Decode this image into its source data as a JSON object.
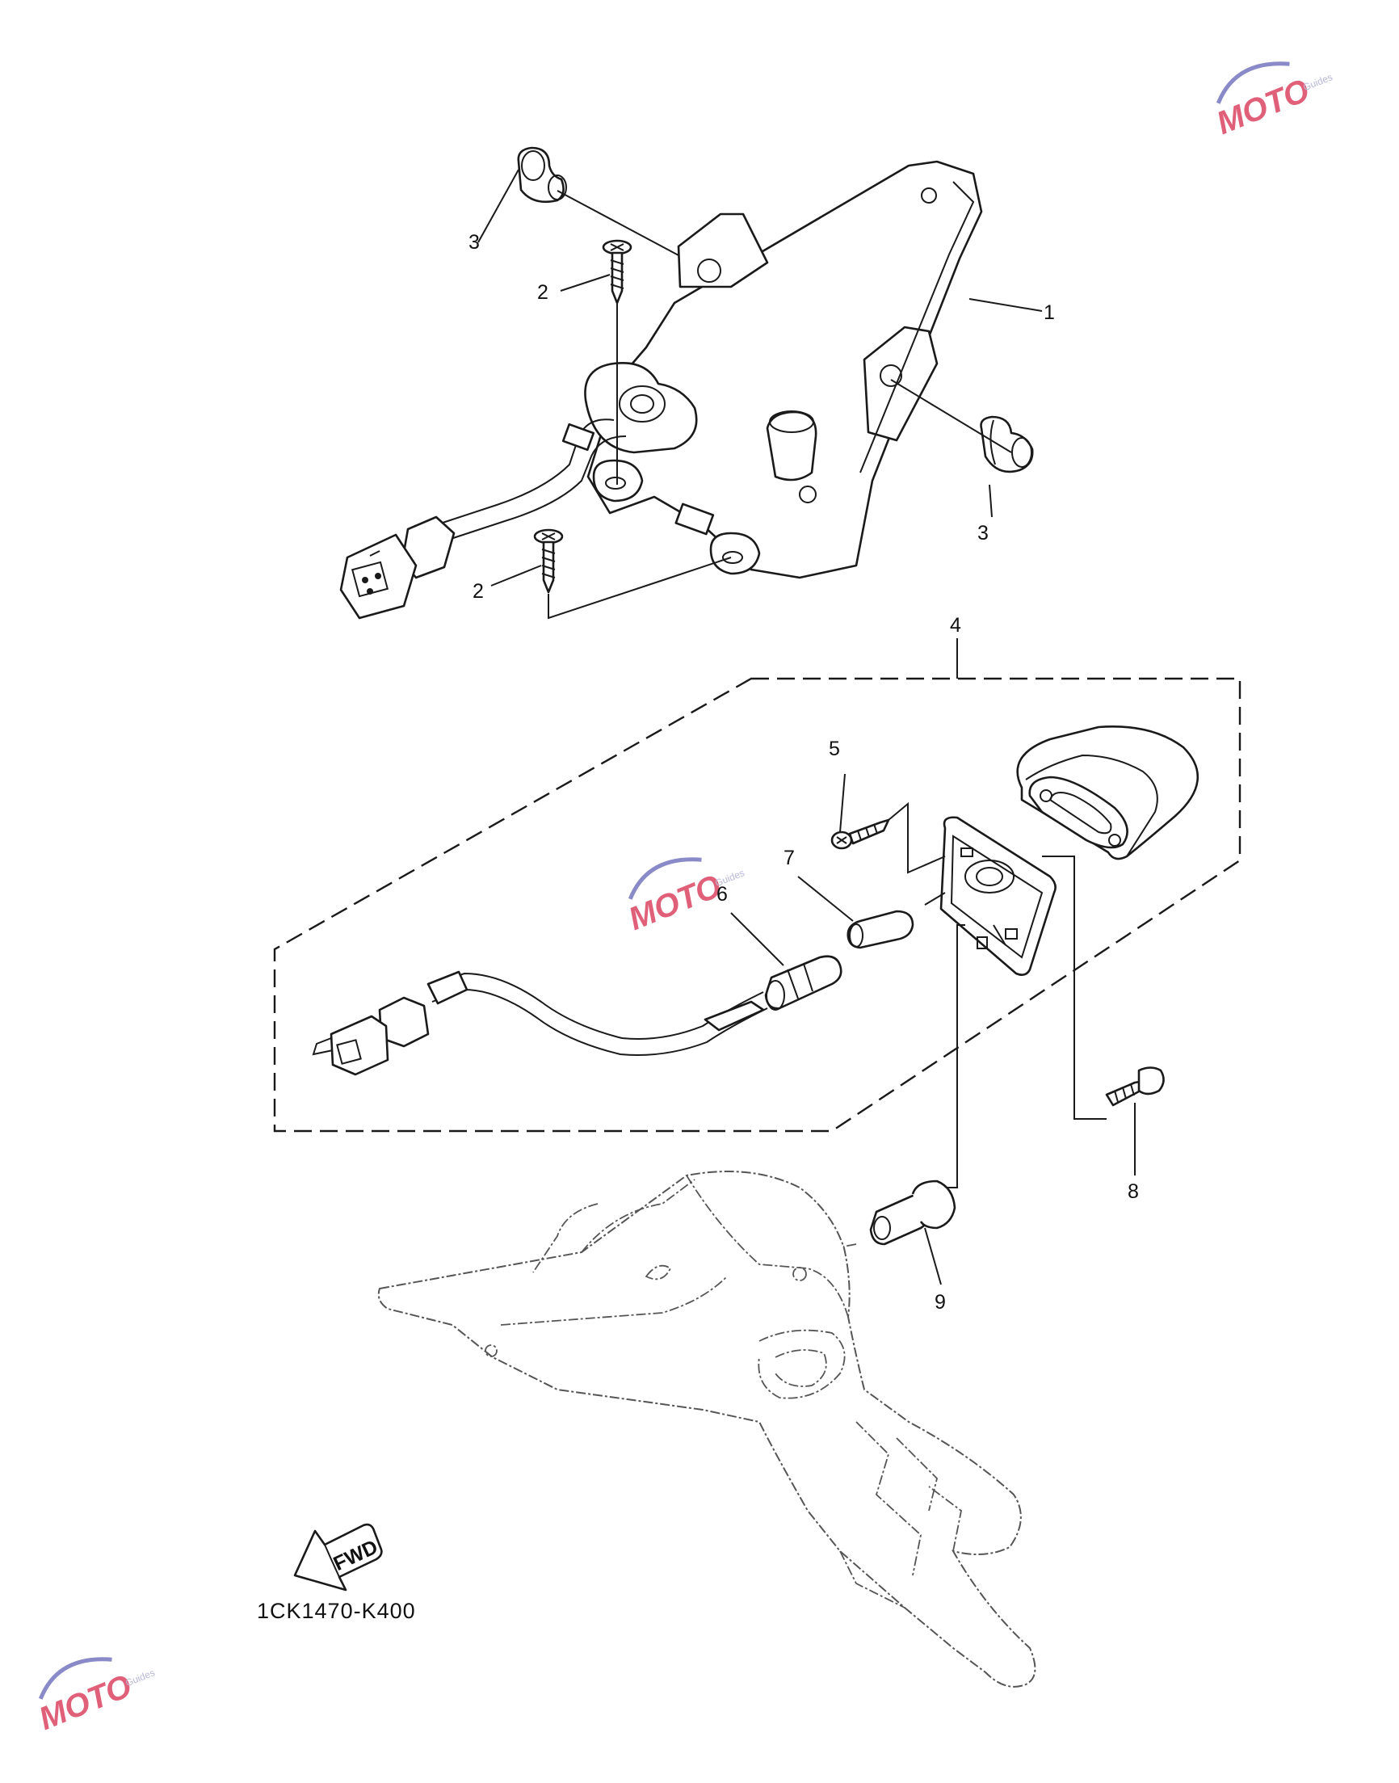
{
  "callouts": {
    "c1": "1",
    "c2a": "2",
    "c2b": "2",
    "c3a": "3",
    "c3b": "3",
    "c4": "4",
    "c5": "5",
    "c6": "6",
    "c7": "7",
    "c8": "8",
    "c9": "9"
  },
  "fwd_label": "FWD",
  "diagram_code": "1CK1470-K400",
  "watermark": {
    "brand": "MOTO",
    "sub": "Guides",
    "colors": {
      "brand_red": "#e0607a",
      "swoosh_blue": "#8a8ac8"
    }
  }
}
